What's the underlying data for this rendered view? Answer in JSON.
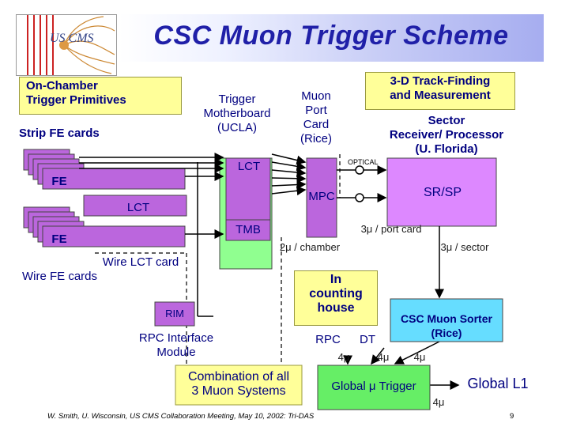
{
  "title": "CSC Muon Trigger Scheme",
  "logo_text": "US CMS",
  "on_chamber": {
    "line1": "On-Chamber",
    "line2": "Trigger Primitives"
  },
  "strip_fe_cards": "Strip FE cards",
  "trigger_motherboard": {
    "line1": "Trigger",
    "line2": "Motherboard",
    "line3": "(UCLA)"
  },
  "muon_port_card": {
    "line1": "Muon",
    "line2": "Port",
    "line3": "Card",
    "line4": "(Rice)"
  },
  "track_finding": {
    "line1": "3-D Track-Finding",
    "line2": "and Measurement"
  },
  "sector_receiver": {
    "line1": "Sector",
    "line2": "Receiver/ Processor",
    "line3": "(U. Florida)"
  },
  "optical": "OPTICAL",
  "lct_top": "LCT",
  "fe_top": "FE",
  "mpc": "MPC",
  "sr_sp": "SR/SP",
  "lct_mid": "LCT",
  "tmb": "TMB",
  "fe_bottom": "FE",
  "three_mu_port": "3μ / port card",
  "two_mu_chamber": "2μ / chamber",
  "three_mu_sector": "3μ / sector",
  "wire_lct_card": "Wire LCT card",
  "wire_fe_cards": "Wire FE cards",
  "in_counting_house": {
    "line1": "In",
    "line2": "counting",
    "line3": "house"
  },
  "rim": "RIM",
  "rpc_interface": {
    "line1": "RPC Interface",
    "line2": "Module"
  },
  "rpc": "RPC",
  "dt": "DT",
  "csc_sorter": {
    "line1": "CSC Muon Sorter",
    "line2": "(Rice)"
  },
  "four_mu_rpc": "4μ",
  "four_mu_dt": "4μ",
  "four_mu_csc": "4μ",
  "combination": {
    "line1": "Combination of all",
    "line2": "3 Muon Systems"
  },
  "global_mu_trigger": "Global μ Trigger",
  "global_l1": "Global L1",
  "four_mu_out": "4μ",
  "footer": "W. Smith, U. Wisconsin, US CMS Collaboration Meeting, May 10, 2002: Tri-DAS",
  "page_number": "9",
  "colors": {
    "title_text": "#2020a8",
    "fe_card": "#bb66dd",
    "motherboard": "#90ff90",
    "sr_sp": "#dd88ff",
    "sorter": "#66ddff",
    "global": "#66ee66",
    "yellow": "#ffff99"
  }
}
